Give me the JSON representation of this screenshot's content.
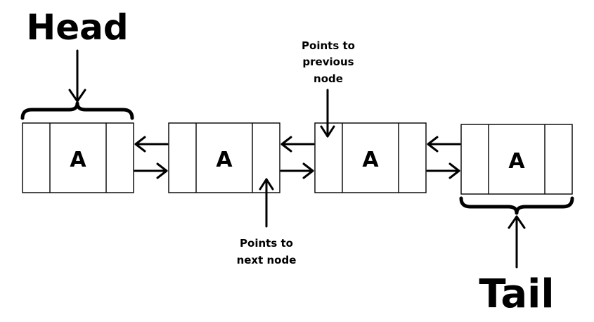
{
  "head_label": "Head",
  "tail_label": "Tail",
  "prev_annotation": [
    "Points to",
    "previous",
    "node"
  ],
  "next_annotation": [
    "Points to",
    "next node"
  ],
  "nodes": [
    {
      "value": "A"
    },
    {
      "value": "A"
    },
    {
      "value": "A"
    },
    {
      "value": "A"
    }
  ],
  "colors": {
    "stroke": "#000000",
    "background": "#ffffff"
  }
}
